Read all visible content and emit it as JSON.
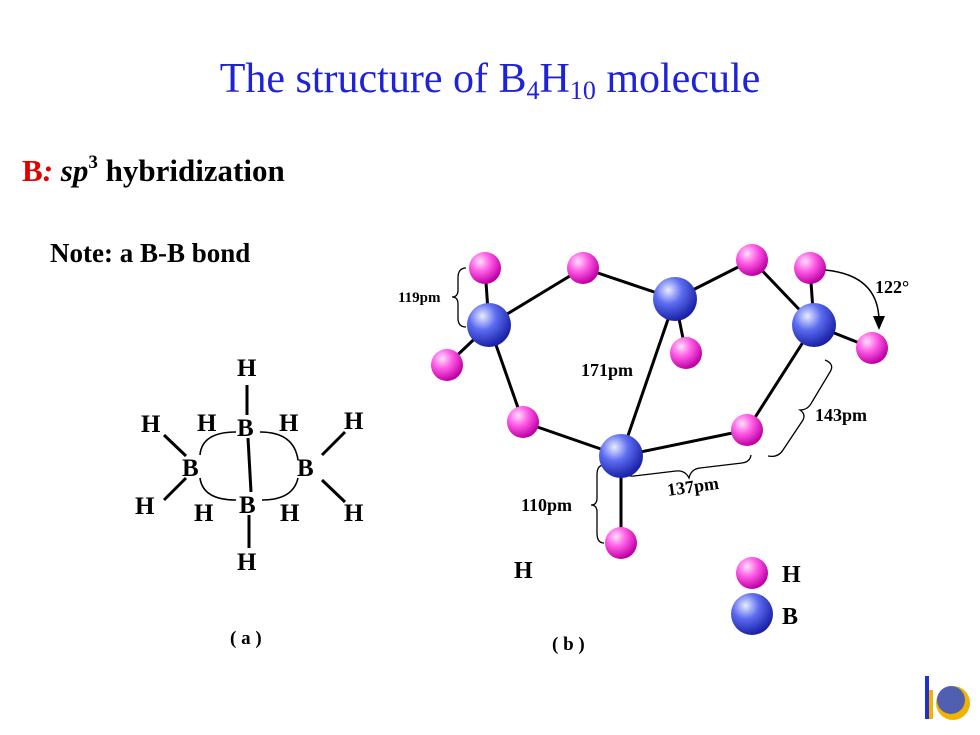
{
  "title": {
    "prefix": "The structure of B",
    "sub1": "4",
    "mid": "H",
    "sub2": "10",
    "suffix": " molecule"
  },
  "subtitle": {
    "element": "B",
    "colon": ":",
    "hybrid_italic": "sp",
    "sup": "3",
    "rest": " hybridization"
  },
  "note": "Note: a B-B bond",
  "structure_a": {
    "atoms": {
      "b_top": "B",
      "b_bottom": "B",
      "b_left": "B",
      "b_right": "B",
      "h_top": "H",
      "h_bottom": "H",
      "h_left_upper": "H",
      "h_left_lower": "H",
      "h_right_upper": "H",
      "h_right_lower": "H",
      "h_bridge_ul": "H",
      "h_bridge_ur": "H",
      "h_bridge_ll": "H",
      "h_bridge_lr": "H"
    },
    "caption": "( a )"
  },
  "structure_b": {
    "dimensions": {
      "d119": "119pm",
      "d171": "171pm",
      "d143": "143pm",
      "d137": "137pm",
      "d110": "110pm",
      "angle": "122°"
    },
    "stray_h": "H",
    "legend": {
      "h_label": "H",
      "b_label": "B"
    },
    "caption": "( b )"
  },
  "colors": {
    "title": "#1f23d8",
    "accent_red": "#e00000",
    "hydrogen": "#ff40e0",
    "boron": "#3340e0"
  }
}
